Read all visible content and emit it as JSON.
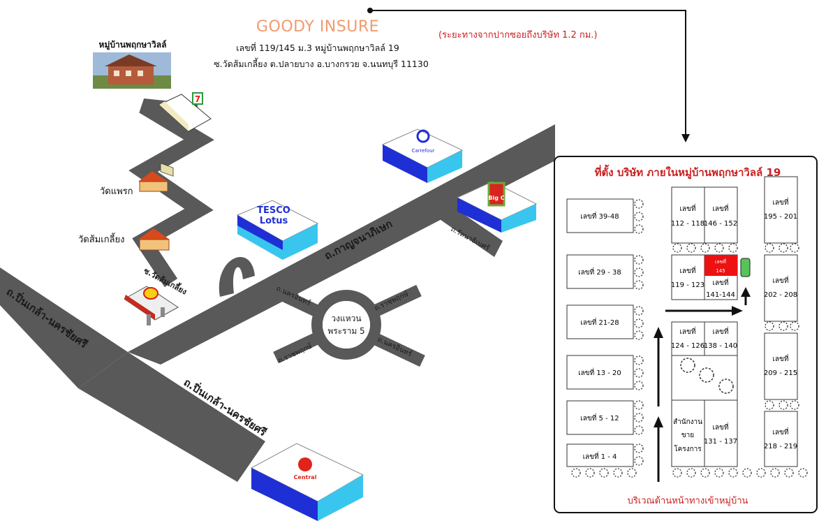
{
  "header": {
    "company": "GOODY INSURE",
    "address_line1": "เลขที่ 119/145 ม.3 หมู่บ้านพฤกษาวิลล์ 19",
    "address_line2": "ซ.วัดส้มเกลี้ยง ต.ปลายบาง อ.บางกรวย จ.นนทบุรี 11130",
    "distance_note": "(ระยะทางจากปากซอยถึงบริษัท 1.2 กม.)"
  },
  "landmarks": {
    "village": "หมู่บ้านพฤกษาวิลล์",
    "wat_phraek": "วัดแพรก",
    "wat_som_kliang": "วัดส้มเกลี้ยง",
    "tesco_top": "TESCO",
    "tesco_bottom": "Lotus",
    "carrefour": "Carrefour",
    "bigc": "Big C",
    "central": "Central",
    "seven_eleven": "7"
  },
  "roads": {
    "pinklao_upper": "ถ.ปิ่นเกล้า-นครชัยศรี",
    "pinklao_lower": "ถ.ปิ่นเกล้า-นครชัยศรี",
    "kanchanaphisek": "ถ.กาญจนาภิเษก",
    "soi_wat_som_kliang": "ซ.วัดส้มเกลี้ยง",
    "rattanathibet": "ถ.รัตนาธิเบศร์",
    "nakhon_in_top": "ถ.นครอินทร์",
    "nakhon_in_bottom": "ถ.นครอินทร์",
    "ratchaphruek_top": "ถ.ราชพฤกษ์",
    "ratchaphruek_bottom": "ถ.ราชพฤกษ์",
    "ring_line1": "วงแหวน",
    "ring_line2": "พระราม 5"
  },
  "inset": {
    "title": "ที่ตั้ง บริษัท ภายในหมู่บ้านพฤกษาวิลล์ 19",
    "footer": "บริเวณด้านหน้าทางเข้าหมู่บ้าน",
    "left_blocks": [
      "เลขที่ 39-48",
      "เลขที่ 29 - 38",
      "เลขที่ 21-28",
      "เลขที่ 13 - 20",
      "เลขที่ 5 - 12",
      "เลขที่ 1 - 4"
    ],
    "right_blocks": [
      {
        "line1": "เลขที่",
        "line2": "195 - 201"
      },
      {
        "line1": "เลขที่",
        "line2": "202 - 208"
      },
      {
        "line1": "เลขที่",
        "line2": "209 - 215"
      },
      {
        "line1": "เลขที่",
        "line2": "218 - 219"
      }
    ],
    "mid_top": [
      {
        "line1": "เลขที่",
        "line2": "112 - 118"
      },
      {
        "line1": "เลขที่",
        "line2": "146 - 152"
      }
    ],
    "mid_second_left": {
      "line1": "เลขที่",
      "line2": "119 - 123"
    },
    "mid_second_right": {
      "line1": "เลขที่",
      "line2": "141-144"
    },
    "highlight": {
      "line1": "เลขที่",
      "line2": "145"
    },
    "mid_third": [
      {
        "line1": "เลขที่",
        "line2": "124 - 126"
      },
      {
        "line1": "เลขที่",
        "line2": "138 - 140"
      }
    ],
    "sales_office": {
      "line1": "สำนักงาน",
      "line2": "ขาย",
      "line3": "โครงการ"
    },
    "mid_bottom_right": {
      "line1": "เลขที่",
      "line2": "131 - 137"
    }
  },
  "colors": {
    "road": "#595959",
    "accent_red": "#cc1f1f",
    "title_orange": "#f29a6e",
    "store_blue": "#1f2fd6",
    "store_cyan": "#39c6ee",
    "highlight_red": "#ee1111",
    "car_green": "#57c457"
  }
}
